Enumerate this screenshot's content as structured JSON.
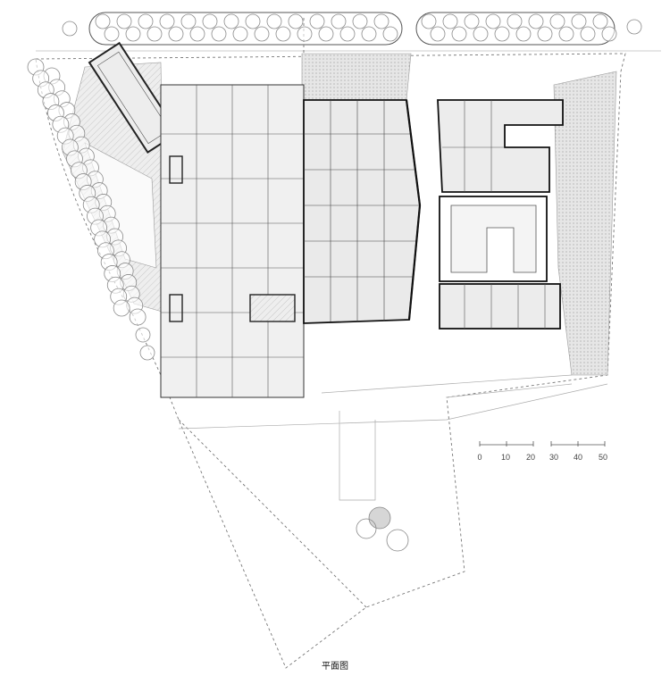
{
  "caption": "平面图",
  "scale_bar": {
    "ticks": [
      "0",
      "10",
      "20",
      "30",
      "40",
      "50"
    ]
  },
  "colors": {
    "wall": "#222222",
    "thin_line": "#888888",
    "hatch_fill": "#e2e2e2",
    "tree_stroke": "#8a8a8a"
  }
}
